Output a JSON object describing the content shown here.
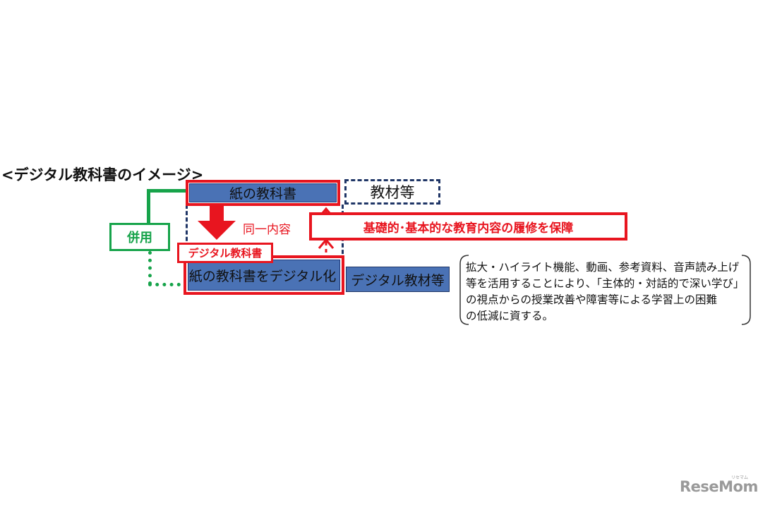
{
  "heading": "<デジタル教科書のイメージ>",
  "boxes": {
    "paper_textbook": "紙の教科書",
    "teaching_materials": "教材等",
    "same_content": "同一内容",
    "guarantee": "基礎的･基本的な教育内容の履修を保障",
    "combined_use": "併用",
    "digital_textbook": "デジタル教科書",
    "digitized_textbook": "紙の教科書をデジタル化",
    "digital_materials": "デジタル教材等"
  },
  "note_lines": [
    "拡大・ハイライト機能、動画、参考資料、音声読み上げ",
    "等を活用することにより、「主体的・対話的で深い学び」",
    "の視点からの授業改善や障害等による学習上の困難",
    "の低減に資する。"
  ],
  "watermark": {
    "logo": "ReseMom",
    "small": "リセマム"
  },
  "colors": {
    "red": "#e8151f",
    "blue": "#4a72b5",
    "navy": "#1f3566",
    "green": "#16a34a"
  }
}
